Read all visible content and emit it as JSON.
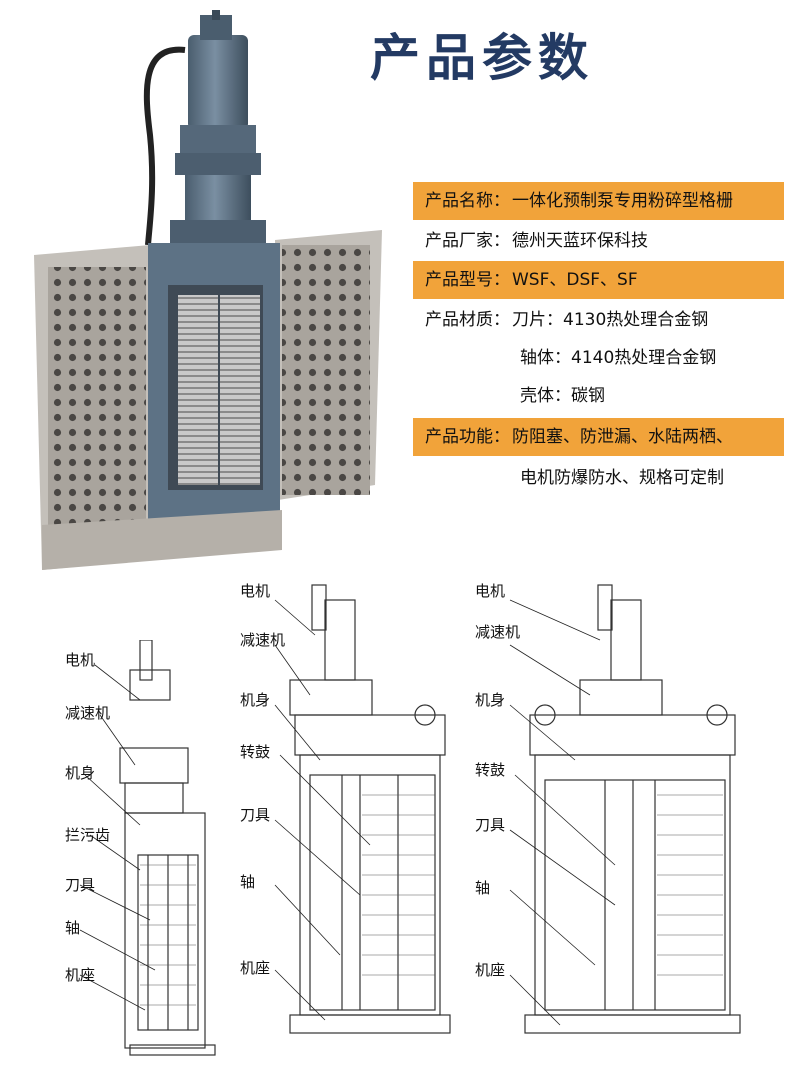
{
  "title": "产品参数",
  "specs": [
    {
      "label": "产品名称：",
      "value": "一体化预制泵专用粉碎型格栅",
      "highlight": true
    },
    {
      "label": "产品厂家：",
      "value": "德州天蓝环保科技",
      "highlight": false
    },
    {
      "label": "产品型号：",
      "value": "WSF、DSF、SF",
      "highlight": true
    },
    {
      "label": "产品材质：",
      "value": "刀片：4130热处理合金钢",
      "highlight": false
    },
    {
      "label": "",
      "value": "轴体：4140热处理合金钢",
      "highlight": false
    },
    {
      "label": "",
      "value": "壳体：碳钢",
      "highlight": false
    },
    {
      "label": "产品功能：",
      "value": "防阻塞、防泄漏、水陆两栖、",
      "highlight": true
    },
    {
      "label": "",
      "value": "电机防爆防水、规格可定制",
      "highlight": false
    }
  ],
  "diagram1": {
    "labels": [
      "电机",
      "减速机",
      "机身",
      "拦污齿",
      "刀具",
      "轴",
      "机座"
    ]
  },
  "diagram2": {
    "labels": [
      "电机",
      "减速机",
      "机身",
      "转鼓",
      "刀具",
      "轴",
      "机座"
    ]
  },
  "diagram3": {
    "labels": [
      "电机",
      "减速机",
      "机身",
      "转鼓",
      "刀具",
      "轴",
      "机座"
    ]
  },
  "colors": {
    "title": "#233a63",
    "highlight": "#f1a33a",
    "machine_body": "#5c6f80",
    "frame": "#a7a29b"
  }
}
